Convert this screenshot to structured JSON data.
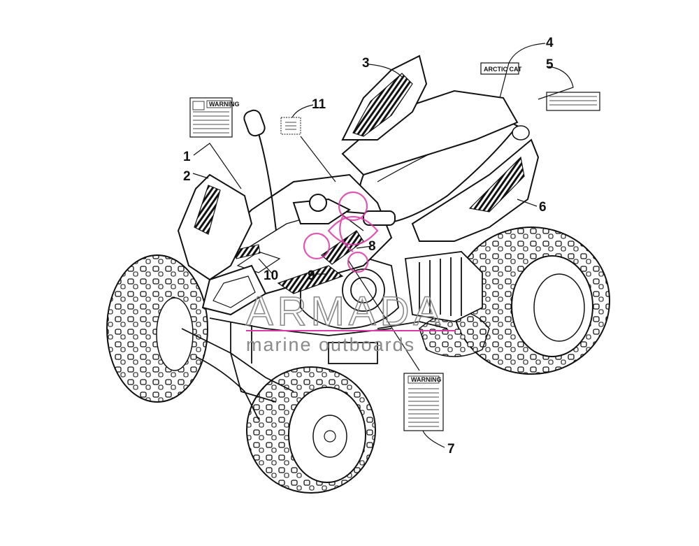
{
  "callouts": [
    {
      "id": "1",
      "label": "1"
    },
    {
      "id": "2",
      "label": "2"
    },
    {
      "id": "3",
      "label": "3"
    },
    {
      "id": "4",
      "label": "4"
    },
    {
      "id": "5",
      "label": "5"
    },
    {
      "id": "6",
      "label": "6"
    },
    {
      "id": "7",
      "label": "7"
    },
    {
      "id": "8",
      "label": "8"
    },
    {
      "id": "9",
      "label": "9"
    },
    {
      "id": "10",
      "label": "10"
    },
    {
      "id": "11",
      "label": "11"
    }
  ],
  "decals": {
    "brand_text": "ARCTIC CAT",
    "warning_text": "WARNING"
  },
  "watermark": {
    "main": "ARMADA",
    "sub": "marine outboards",
    "accent_color": "#d93aa5"
  },
  "colors": {
    "line": "#111111",
    "watermark": "#8a8a8a"
  }
}
